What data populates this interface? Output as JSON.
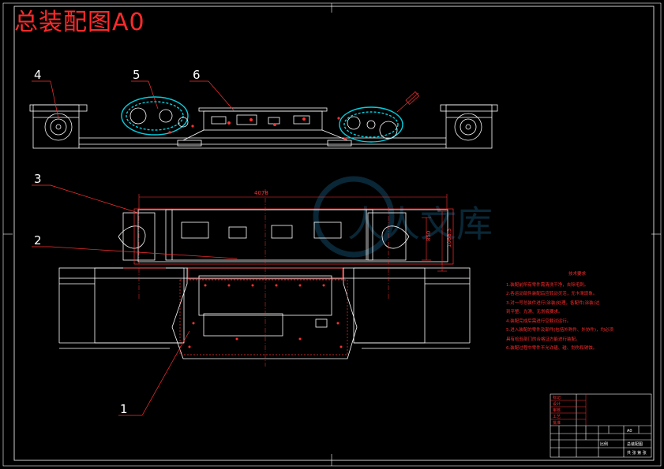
{
  "sheet": {
    "title": "总装配图A0",
    "title_color": "#ff2a2a",
    "background": "#000000",
    "frame_color": "#ffffff",
    "outline_color": "#ffffff",
    "accent_color": "#00d0e0",
    "annotation_color": "#ff3030"
  },
  "callouts": [
    "1",
    "2",
    "3",
    "4",
    "5",
    "6"
  ],
  "dimensions": {
    "overall_length": "4078",
    "height_inner": "850",
    "height_outer": "1088.3"
  },
  "watermark": "人人文库",
  "notes": {
    "heading": "技术要求",
    "lines": [
      "1.装配前所有零件需清洗干净，去除毛刺。",
      "2.各运动部件装配后应转动灵活，无卡滞现象。",
      "3.对一号总装件进行(涂装)处理，各配件(涂装)达",
      "  到平整、光滑、无划痕要求。",
      "4.装配完成后需进行空载试运行。",
      "5.进入装配的零件及部件(包括外购件、外协件)，均必须",
      "  具有检验部门的合格证方能进行装配。",
      "6.装配过程中零件不允许磕、碰、划伤和锈蚀。"
    ]
  },
  "title_block": {
    "row_labels": [
      "标记",
      "设计",
      "审核",
      "工艺",
      "批准"
    ],
    "drawing_name": "总装配图",
    "drawing_no": "A0",
    "scale_label": "比例",
    "sheet_label": "共 张 第 张"
  }
}
